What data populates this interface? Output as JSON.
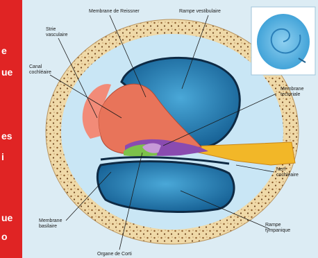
{
  "left_panel": {
    "color": "#e02424",
    "fragments": [
      "e",
      "ue",
      "es",
      "i",
      "ue",
      "o"
    ]
  },
  "labels": {
    "membrane_reissner": "Membrane de Reissner",
    "rampe_vestibulaire": "Rampe vestibulaire",
    "strie_vasculaire_1": "Strie",
    "strie_vasculaire_2": "vasculaire",
    "canal_cochleaire_1": "Canal",
    "canal_cochleaire_2": "cochléaire",
    "membrane_tectoriale_1": "Membrane",
    "membrane_tectoriale_2": "tectoriale",
    "nerf_cochleaire_1": "Nerf",
    "nerf_cochleaire_2": "cochléaire",
    "membrane_basilaire_1": "Membrane",
    "membrane_basilaire_2": "basilaire",
    "rampe_tympanique_1": "Rampe",
    "rampe_tympanique_2": "tympanique",
    "organe_de_corti": "Organe de Corti"
  },
  "colors": {
    "bone": "#efd9a8",
    "perilymph": "#1f7fb8",
    "endolymph": "#e8745a",
    "nerve": "#f2b728",
    "background": "#dcecf4",
    "accent_red": "#e02424"
  },
  "icons": [
    "cochlea-thumbnail-icon"
  ]
}
